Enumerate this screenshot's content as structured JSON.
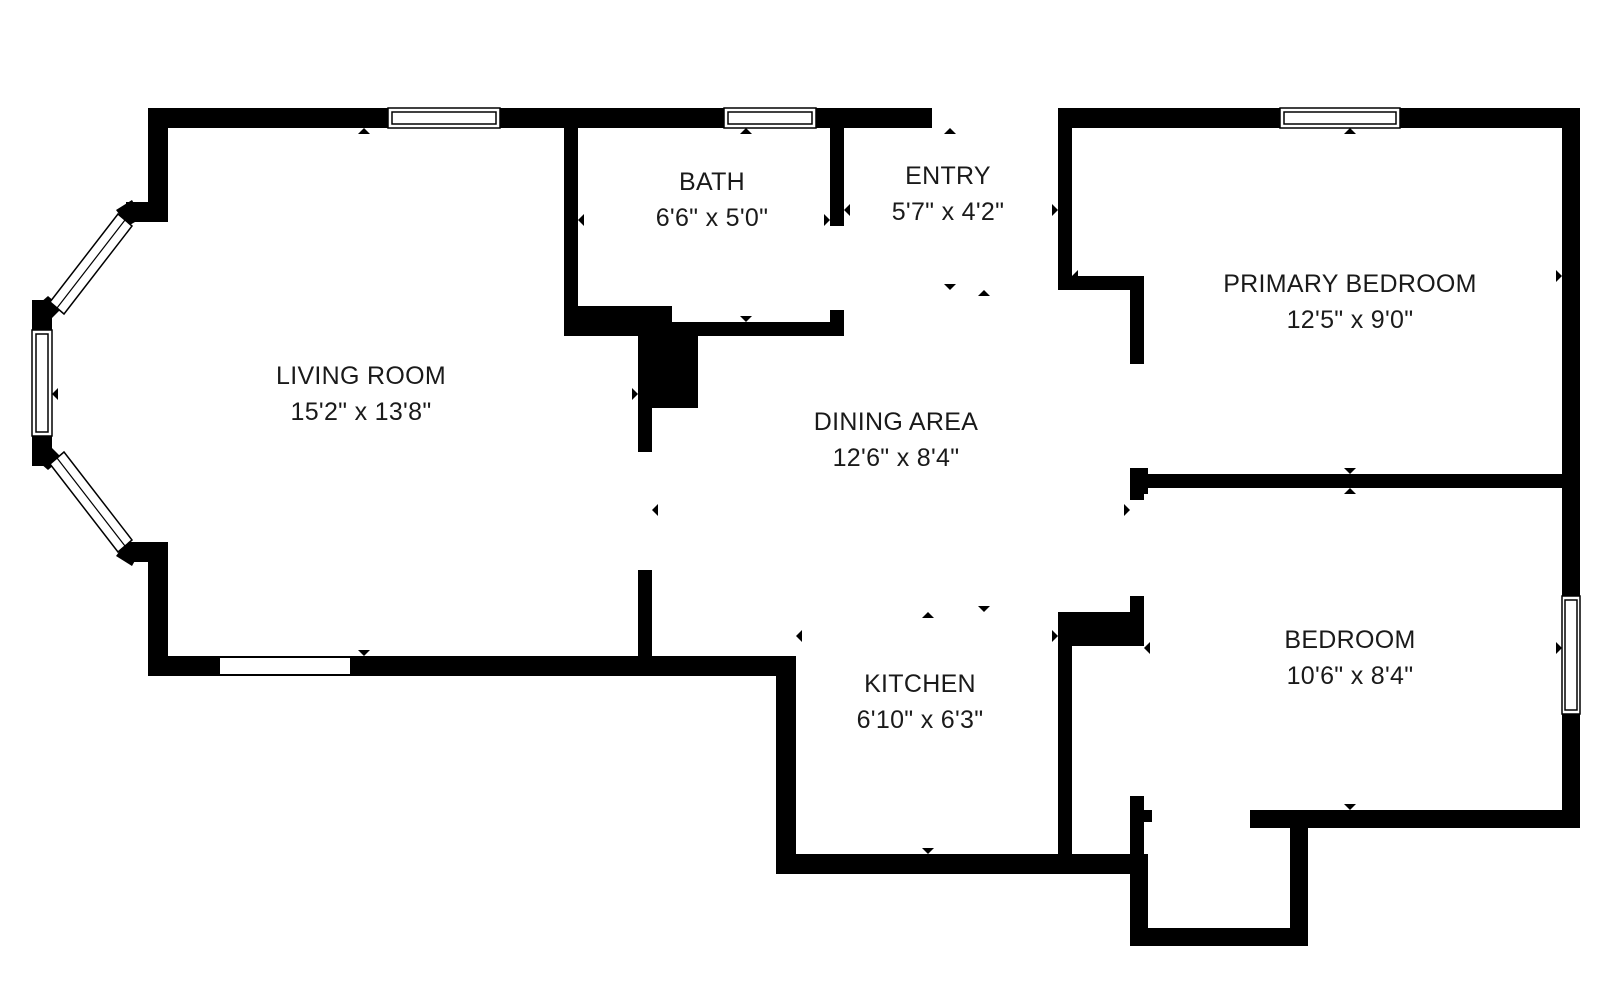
{
  "plan": {
    "rooms": [
      {
        "id": "living-room",
        "name": "LIVING ROOM",
        "dims": "15'2\" x 13'8\""
      },
      {
        "id": "bath",
        "name": "BATH",
        "dims": "6'6\" x 5'0\""
      },
      {
        "id": "entry",
        "name": "ENTRY",
        "dims": "5'7\" x 4'2\""
      },
      {
        "id": "primary-bedroom",
        "name": "PRIMARY BEDROOM",
        "dims": "12'5\" x 9'0\""
      },
      {
        "id": "dining-area",
        "name": "DINING AREA",
        "dims": "12'6\" x 8'4\""
      },
      {
        "id": "kitchen",
        "name": "KITCHEN",
        "dims": "6'10\" x 6'3\""
      },
      {
        "id": "bedroom",
        "name": "BEDROOM",
        "dims": "10'6\" x 8'4\""
      }
    ],
    "colors": {
      "wall": "#000000",
      "background": "#ffffff",
      "text": "#1a1a1a"
    }
  }
}
